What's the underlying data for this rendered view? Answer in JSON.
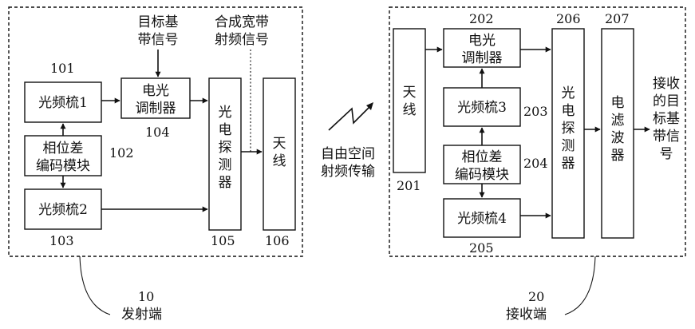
{
  "transmitter": {
    "label": "发射端",
    "number": "10",
    "blocks": {
      "comb1": {
        "label": "光频梳1",
        "number": "101"
      },
      "phase_encoder": {
        "lines": [
          "相位差",
          "编码模块"
        ],
        "number": "102"
      },
      "comb2": {
        "label": "光频梳2",
        "number": "103"
      },
      "modulator": {
        "lines": [
          "电光",
          "调制器"
        ],
        "number": "104"
      },
      "photodetector": {
        "lines": [
          "光",
          "电",
          "探",
          "测",
          "器"
        ],
        "number": "105"
      },
      "antenna": {
        "label": "天线",
        "number": "106"
      }
    },
    "input_signal": [
      "目标基",
      "带信号"
    ],
    "output_signal": [
      "合成宽带",
      "射频信号"
    ]
  },
  "channel": {
    "lines": [
      "自由空间",
      "射频传输"
    ]
  },
  "receiver": {
    "label": "接收端",
    "number": "20",
    "blocks": {
      "antenna": {
        "label": "天线",
        "number": "201"
      },
      "modulator": {
        "lines": [
          "电光",
          "调制器"
        ],
        "number": "202"
      },
      "comb3": {
        "label": "光频梳3",
        "number": "203"
      },
      "phase_encoder": {
        "lines": [
          "相位差",
          "编码模块"
        ],
        "number": "204"
      },
      "comb4": {
        "label": "光频梳4",
        "number": "205"
      },
      "photodetector": {
        "lines": [
          "光",
          "电",
          "探",
          "测",
          "器"
        ],
        "number": "206"
      },
      "filter": {
        "lines": [
          "电",
          "滤",
          "波",
          "器"
        ],
        "number": "207"
      }
    },
    "output_signal": [
      "接收",
      "的目",
      "标基",
      "带信",
      "号"
    ]
  }
}
